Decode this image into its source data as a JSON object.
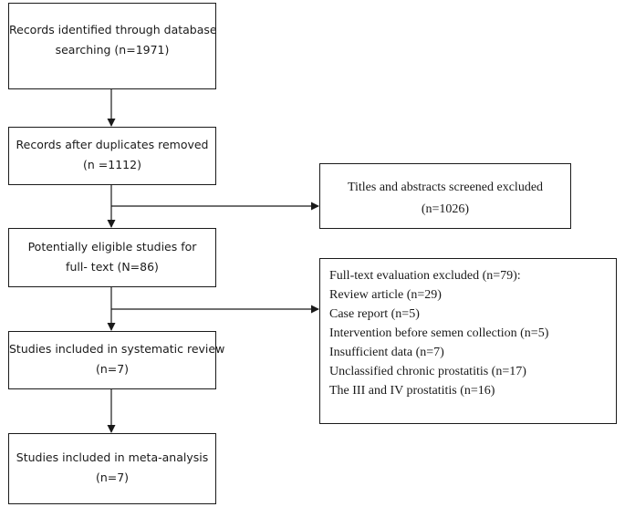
{
  "boxes": {
    "identified": {
      "line1": "Records identified through database",
      "line2": "searching (n=1971)"
    },
    "duplicates": {
      "line1": "Records after duplicates removed",
      "line2": "(n =1112)"
    },
    "screened": {
      "line1": "Titles and abstracts screened excluded",
      "line2": "(n=1026)"
    },
    "eligible": {
      "line1": "Potentially eligible studies for",
      "line2": "full- text (N=86)"
    },
    "fulltext": {
      "items": [
        "Full-text evaluation excluded (n=79):",
        "Review article (n=29)",
        "Case report (n=5)",
        "Intervention before semen collection (n=5)",
        "Insufficient data (n=7)",
        "Unclassified chronic prostatitis (n=17)",
        "The III and IV prostatitis (n=16)"
      ]
    },
    "systematic": {
      "line1": "Studies included in systematic review",
      "line2": "(n=7)"
    },
    "meta": {
      "line1": "Studies included in meta-analysis",
      "line2": "(n=7)"
    }
  },
  "colors": {
    "stroke": "#1a1a1a",
    "background": "#ffffff"
  }
}
